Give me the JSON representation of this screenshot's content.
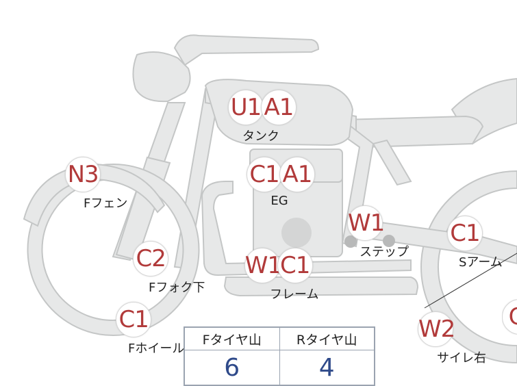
{
  "parts": [
    {
      "id": "tank",
      "badges": [
        "U1",
        "A1"
      ],
      "label": "タンク"
    },
    {
      "id": "engine",
      "badges": [
        "C1",
        "A1"
      ],
      "label": "EG"
    },
    {
      "id": "front-fender",
      "badges": [
        "N3"
      ],
      "label": "Fフェン"
    },
    {
      "id": "step",
      "badges": [
        "W1"
      ],
      "label": "ステップ"
    },
    {
      "id": "swing-arm",
      "badges": [
        "C1"
      ],
      "label": "Sアーム"
    },
    {
      "id": "front-fork",
      "badges": [
        "C2"
      ],
      "label": "Fフォク下"
    },
    {
      "id": "frame",
      "badges": [
        "W1",
        "C1"
      ],
      "label": "フレーム"
    },
    {
      "id": "front-wheel",
      "badges": [
        "C1"
      ],
      "label": "Fホイール"
    },
    {
      "id": "silencer-right",
      "badges": [
        "W2"
      ],
      "label": "サイレ右"
    },
    {
      "id": "edge-badge",
      "badges": [
        "C"
      ],
      "label": ""
    }
  ],
  "tire_table": {
    "headers": [
      "Fタイヤ山",
      "Rタイヤ山"
    ],
    "values": [
      "6",
      "4"
    ]
  },
  "colors": {
    "bike_fill": "#e7e8e8",
    "bike_stroke": "#c4c6c6",
    "badge_text": "#b13a3a",
    "table_value": "#2f4a8a"
  }
}
